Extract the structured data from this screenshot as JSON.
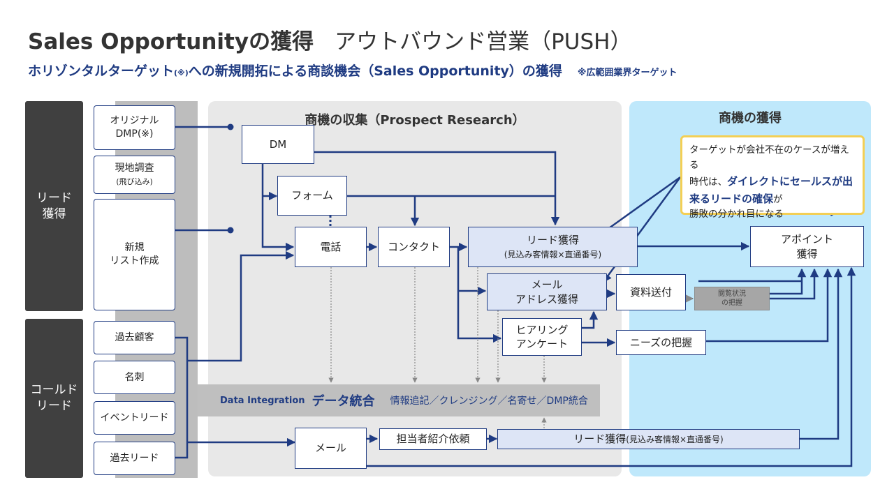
{
  "header": {
    "title": "Sales Opportunityの獲得",
    "title_sub": "アウトバウンド営業（PUSH）",
    "subtitle_pre": "ホリゾンタルターゲット",
    "subtitle_mark": "(※)",
    "subtitle_post": "への新規開拓による商談機会（Sales Opportunity）の獲得",
    "subtitle_note": "※広範囲業界ターゲット"
  },
  "side_labels": {
    "lead": "リード\n獲得",
    "cold": "コールド\nリード"
  },
  "sources": {
    "original_dmp_a": "オリジナル",
    "original_dmp_b": "DMP(※)",
    "field_survey": "現地調査",
    "field_survey_sub": "(飛び込み)",
    "new_list": "新規\nリスト作成",
    "past_customers": "過去顧客",
    "business_cards": "名刺",
    "event_leads": "イベントリード",
    "past_leads": "過去リード"
  },
  "panels": {
    "collection": "商機の収集（Prospect Research）",
    "acquisition": "商機の獲得"
  },
  "nodes": {
    "dm": "DM",
    "form": "フォーム",
    "phone": "電話",
    "contact": "コンタクト",
    "lead_main": "リード獲得",
    "lead_sub": "(見込み客情報×直通番号)",
    "mail_addr": "メール\nアドレス獲得",
    "hearing": "ヒアリング\nアンケート",
    "materials": "資料送付",
    "viewing": "閲覧状況\nの把握",
    "needs": "ニーズの把握",
    "appoint": "アポイント\n獲得",
    "mail": "メール",
    "referral": "担当者紹介依頼",
    "lead2_main": "リード獲得",
    "lead2_sub": "(見込み客情報×直通番号)"
  },
  "integration": {
    "en": "Data Integration",
    "ja": "データ統合",
    "detail": "情報追記／クレンジング／名寄せ／DMP統合"
  },
  "callout": {
    "line1": "ターゲットが会社不在のケースが増える",
    "line2_pre": "時代は、",
    "line2_bold": "ダイレクトにセールスが出",
    "line3_bold_a": "来るリードの確保",
    "line3_post": "が",
    "line4": "勝敗の分かれ目になる"
  },
  "colors": {
    "navy": "#1f3b82",
    "dark": "#404040",
    "panel_gray": "#e8e8e8",
    "panel_blue": "#bfe8fb",
    "callout_border": "#f3cf55"
  }
}
